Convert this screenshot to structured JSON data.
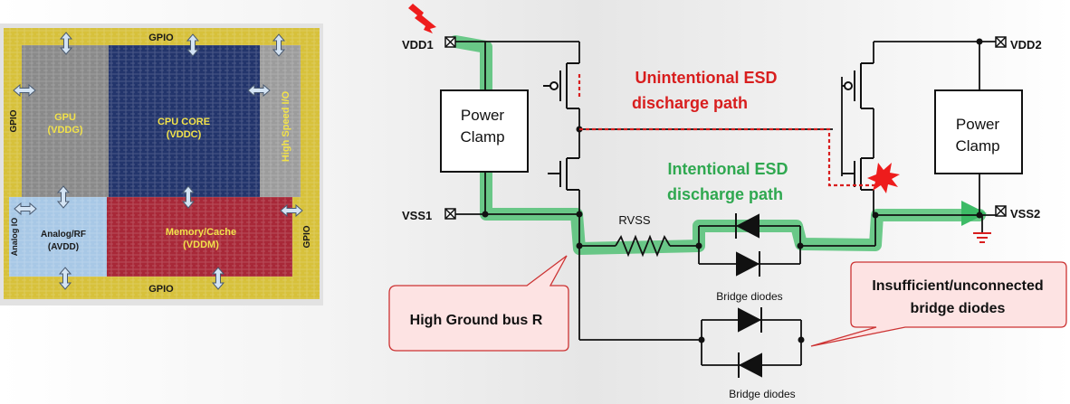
{
  "chip": {
    "gpio_top": "GPIO",
    "gpio_bottom": "GPIO",
    "gpio_left": "GPIO",
    "gpio_right": "GPIO",
    "gpu_name": "GPU",
    "gpu_domain": "(VDDG)",
    "cpu_name": "CPU CORE",
    "cpu_domain": "(VDDC)",
    "hsio": "High Speed I/O",
    "analog_io": "Analog IO",
    "analog_name": "Analog/RF",
    "analog_domain": "(AVDD)",
    "mem_name": "Memory/Cache",
    "mem_domain": "(VDDM)"
  },
  "circuit": {
    "vdd1": "VDD1",
    "vss1": "VSS1",
    "vdd2": "VDD2",
    "vss2": "VSS2",
    "clamp_left": [
      "Power",
      "Clamp"
    ],
    "clamp_right": [
      "Power",
      "Clamp"
    ],
    "rvss": "RVSS",
    "bridge_label_1": "Bridge diodes",
    "bridge_label_2": "Bridge diodes",
    "unintentional": [
      "Unintentional ESD",
      "discharge path"
    ],
    "intentional": [
      "Intentional ESD",
      "discharge path"
    ],
    "callout_ground": "High Ground bus R",
    "callout_bridge": [
      "Insufficient/unconnected",
      "bridge diodes"
    ]
  },
  "colors": {
    "green_path": "#2fb55a",
    "red_path": "#d81e1e",
    "callout_fill": "#fde3e3",
    "chip_gold": "#d8c23c"
  }
}
